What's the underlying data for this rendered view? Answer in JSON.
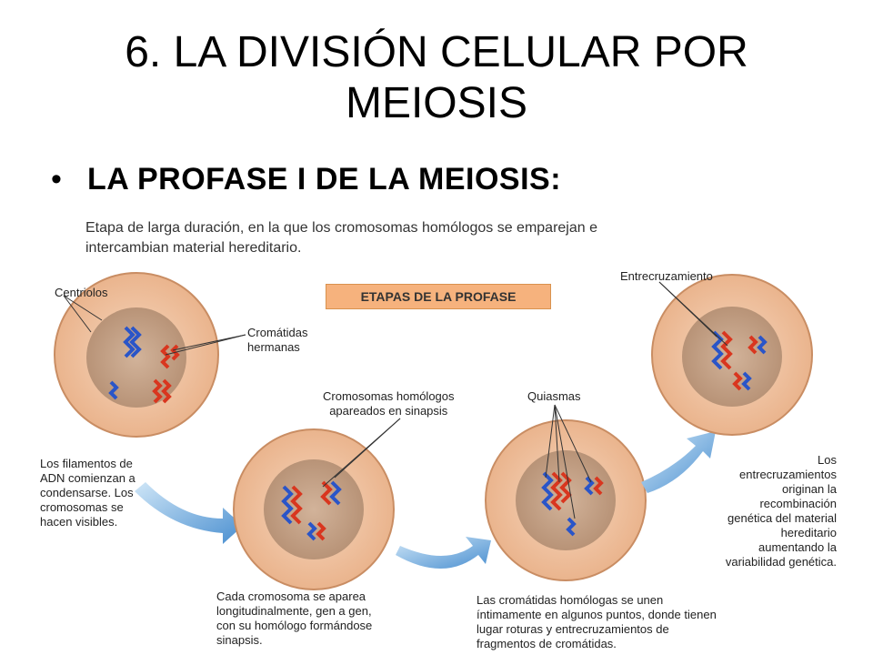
{
  "slide": {
    "title_line1": "6. LA DIVISIÓN CELULAR POR",
    "title_line2": "MEIOSIS",
    "bullet": "LA PROFASE I DE LA MEIOSIS:"
  },
  "figure": {
    "intro_line1": "Etapa de larga duración, en la que los cromosomas homólogos se emparejan e",
    "intro_line2": "intercambian material hereditario.",
    "stage_title": "ETAPAS DE LA PROFASE",
    "labels": {
      "centriolos": "Centriolos",
      "cromatidas_1": "Cromátidas",
      "cromatidas_2": "hermanas",
      "homologos_1": "Cromosomas homólogos",
      "homologos_2": "apareados en sinapsis",
      "quiasmas": "Quiasmas",
      "entrecruzamiento": "Entrecruzamiento"
    },
    "descriptions": {
      "stage1": [
        "Los filamentos de",
        "ADN comienzan a",
        "condensarse. Los",
        "cromosomas se",
        "hacen visibles."
      ],
      "stage2": [
        "Cada cromosoma se aparea",
        "longitudinalmente, gen a gen,",
        "con su homólogo formándose",
        "sinapsis."
      ],
      "stage3": [
        "Las cromátidas homólogas se unen",
        "íntimamente en algunos puntos, donde tienen",
        "lugar roturas y entrecruzamientos de",
        "fragmentos de cromátidas."
      ],
      "stage4": [
        "Los",
        "entrecruzamientos",
        "originan la",
        "recombinación",
        "genética del material",
        "hereditario",
        "aumentando la",
        "variabilidad genética."
      ]
    },
    "colors": {
      "cell_outer": "#f3c9a6",
      "cell_border": "#c98d63",
      "nucleus": "#c8a58a",
      "chromosome_blue": "#2a55c8",
      "chromosome_red": "#d9361f",
      "arrow_blue": "#5aa0dc",
      "stage_box": "#f6b27d"
    }
  }
}
